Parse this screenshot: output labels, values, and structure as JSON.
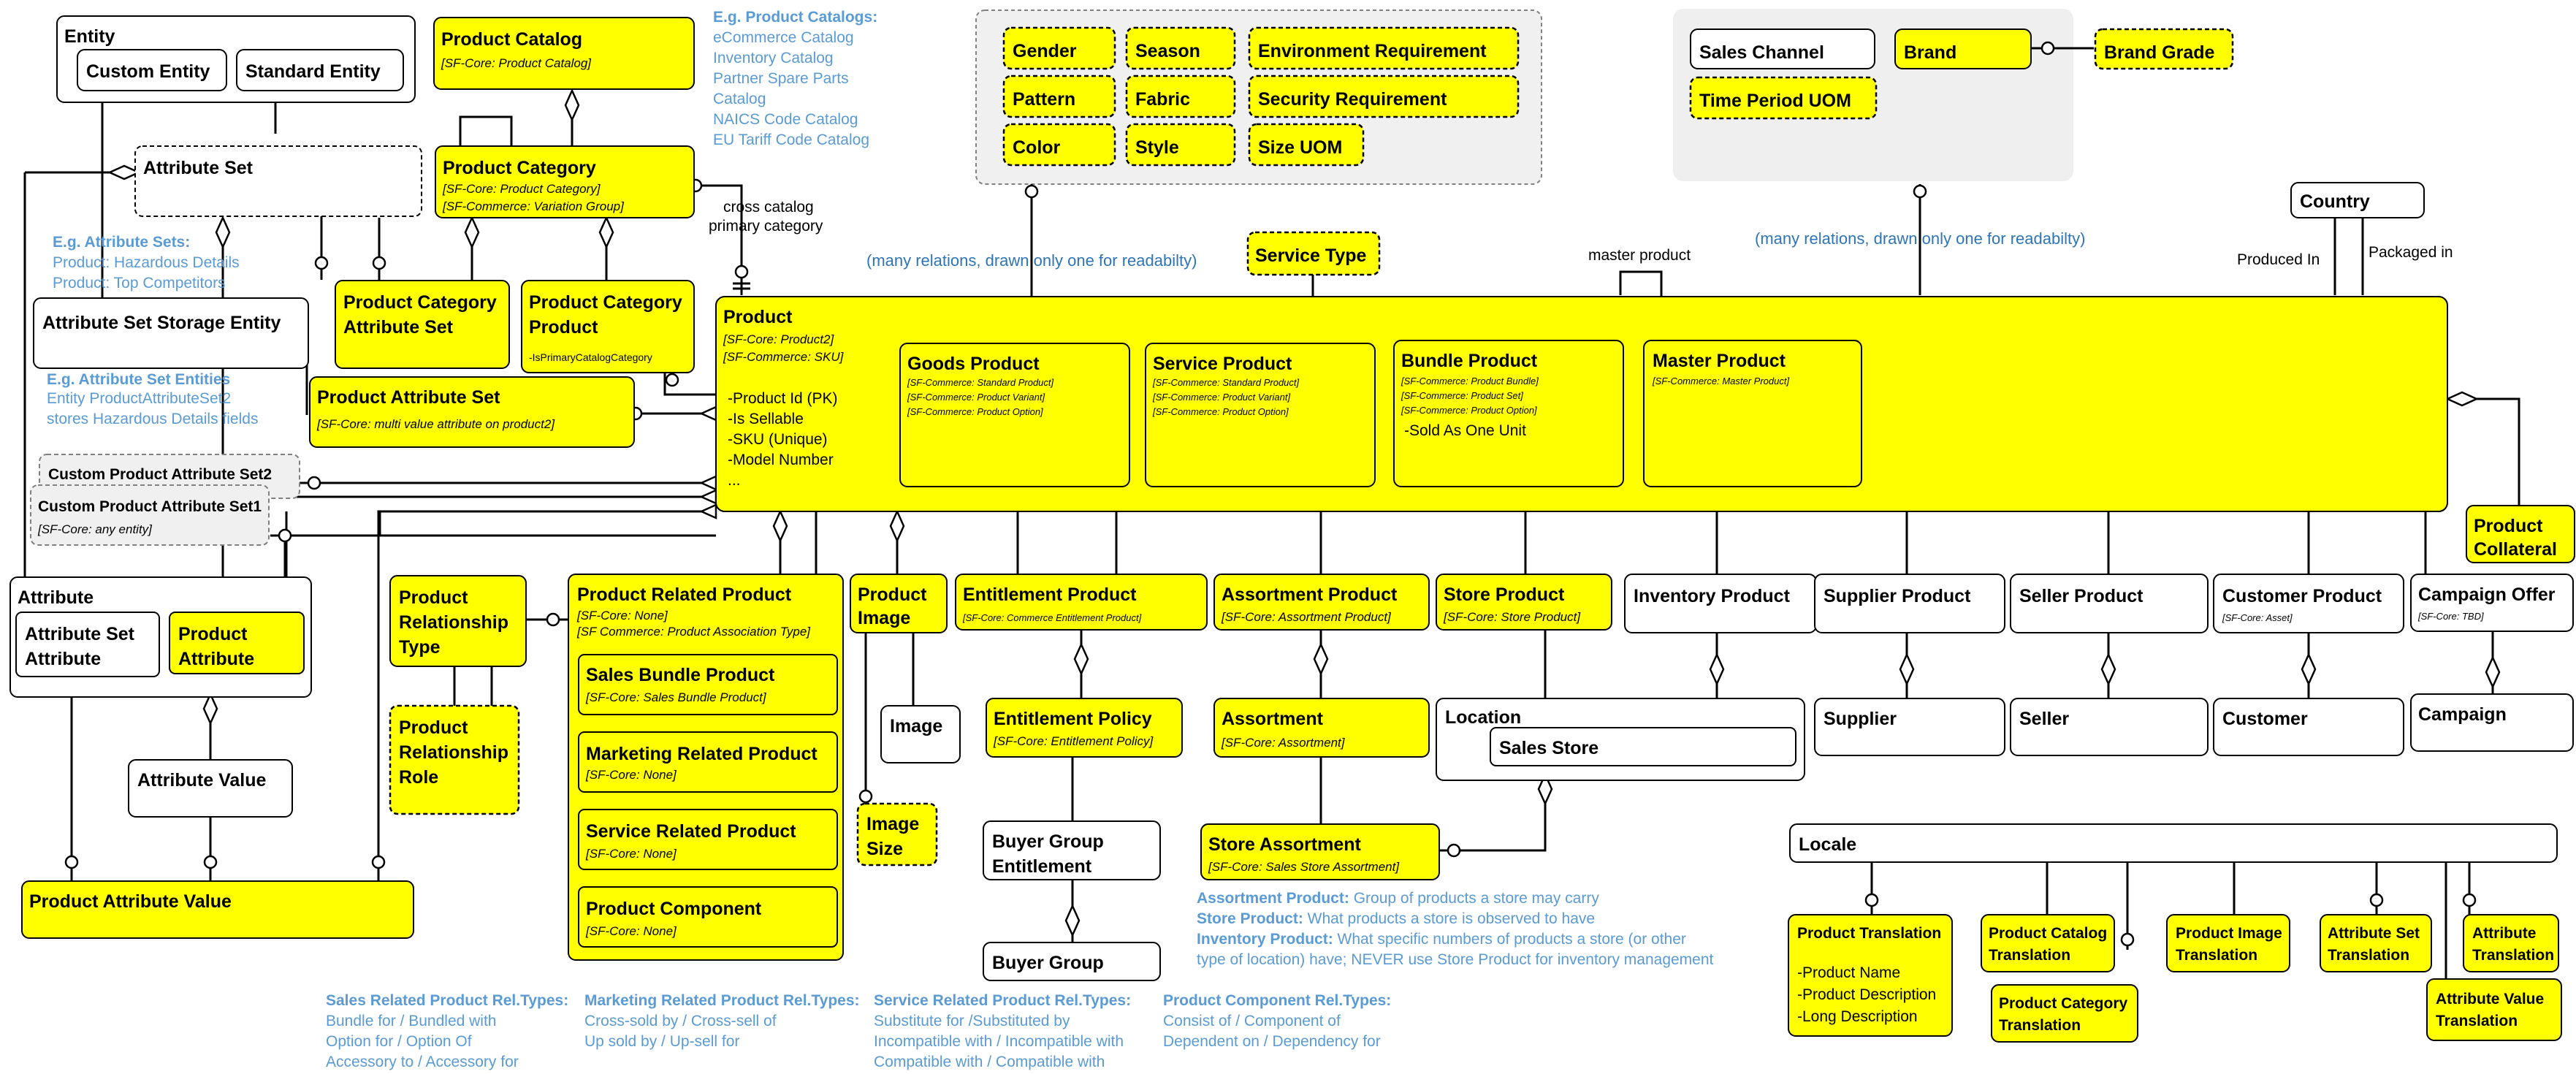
{
  "colors": {
    "entity_fill": "#ffff00",
    "plain_fill": "#ffffff",
    "gray_fill": "#f0f0f0",
    "note_blue": "#5b9bd5",
    "note_dark_blue": "#2e75b6",
    "line": "#000000"
  },
  "entities": {
    "entity": {
      "title": "Entity"
    },
    "custom_entity": {
      "title": "Custom Entity"
    },
    "standard_entity": {
      "title": "Standard Entity"
    },
    "attribute_set": {
      "title": "Attribute Set"
    },
    "attribute_set_storage_entity": {
      "title": "Attribute Set Storage Entity"
    },
    "product_catalog": {
      "title": "Product Catalog",
      "sub1": "[SF-Core: Product Catalog]"
    },
    "product_category": {
      "title": "Product Category",
      "sub1": "[SF-Core: Product Category]",
      "sub2": "[SF-Commerce: Variation Group]"
    },
    "product_category_attribute_set": {
      "title1": "Product Category",
      "title2": "Attribute Set"
    },
    "product_category_product": {
      "title1": "Product Category",
      "title2": "Product",
      "sub1": "-IsPrimaryCatalogCategory"
    },
    "product_attribute_set": {
      "title": "Product Attribute Set",
      "sub1": "[SF-Core: multi value attribute on product2]"
    },
    "custom_product_attribute_set2": {
      "title": "Custom Product Attribute Set2"
    },
    "custom_product_attribute_set1": {
      "title": "Custom Product Attribute Set1",
      "sub1": "[SF-Core: any entity]"
    },
    "product": {
      "title": "Product",
      "sub1": "[SF-Core: Product2]",
      "sub2": "[SF-Commerce: SKU]",
      "fields": [
        "-Product Id (PK)",
        "-Is Sellable",
        "-SKU (Unique)",
        "-Model Number",
        "..."
      ]
    },
    "goods_product": {
      "title": "Goods Product",
      "subs": [
        "[SF-Commerce: Standard Product]",
        "[SF-Commerce: Product Variant]",
        "[SF-Commerce: Product Option]"
      ]
    },
    "service_product": {
      "title": "Service Product",
      "subs": [
        "[SF-Commerce: Standard Product]",
        "[SF-Commerce: Product Variant]",
        "[SF-Commerce: Product Option]"
      ]
    },
    "bundle_product": {
      "title": "Bundle Product",
      "subs": [
        "[SF-Commerce: Product Bundle]",
        "[SF-Commerce: Product Set]",
        "[SF-Commerce: Product Option]"
      ],
      "field": "-Sold As One Unit"
    },
    "master_product": {
      "title": "Master Product",
      "sub1": "[SF-Commerce: Master Product]"
    },
    "gender": {
      "title": "Gender"
    },
    "season": {
      "title": "Season"
    },
    "environment_requirement": {
      "title": "Environment Requirement"
    },
    "pattern": {
      "title": "Pattern"
    },
    "fabric": {
      "title": "Fabric"
    },
    "security_requirement": {
      "title": "Security Requirement"
    },
    "color": {
      "title": "Color"
    },
    "style": {
      "title": "Style"
    },
    "size_uom": {
      "title": "Size UOM"
    },
    "sales_channel": {
      "title": "Sales Channel"
    },
    "brand": {
      "title": "Brand"
    },
    "brand_grade": {
      "title": "Brand Grade"
    },
    "time_period_uom": {
      "title": "Time Period UOM"
    },
    "service_type": {
      "title": "Service Type"
    },
    "country": {
      "title": "Country"
    },
    "product_collateral": {
      "title1": "Product",
      "title2": "Collateral"
    },
    "attribute": {
      "title": "Attribute"
    },
    "attribute_set_attribute": {
      "title1": "Attribute Set",
      "title2": "Attribute"
    },
    "product_attribute": {
      "title1": "Product",
      "title2": "Attribute"
    },
    "attribute_value": {
      "title": "Attribute Value"
    },
    "product_attribute_value": {
      "title": "Product Attribute Value"
    },
    "product_relationship_type": {
      "title1": "Product",
      "title2": "Relationship",
      "title3": "Type"
    },
    "product_relationship_role": {
      "title1": "Product",
      "title2": "Relationship",
      "title3": "Role"
    },
    "product_related_product": {
      "title": "Product Related Product",
      "sub1": "[SF-Core: None]",
      "sub2": "[SF Commerce: Product Association Type]"
    },
    "sales_bundle_product": {
      "title": "Sales Bundle Product",
      "sub1": "[SF-Core: Sales Bundle Product]"
    },
    "marketing_related_product": {
      "title": "Marketing Related Product",
      "sub1": "[SF-Core: None]"
    },
    "service_related_product": {
      "title": "Service Related Product",
      "sub1": "[SF-Core: None]"
    },
    "product_component": {
      "title": "Product Component",
      "sub1": "[SF-Core: None]"
    },
    "product_image": {
      "title1": "Product",
      "title2": "Image"
    },
    "image": {
      "title": "Image"
    },
    "image_size": {
      "title1": "Image",
      "title2": "Size"
    },
    "entitlement_product": {
      "title": "Entitlement Product",
      "sub1": "[SF-Core: Commerce Entitlement Product]"
    },
    "entitlement_policy": {
      "title": "Entitlement Policy",
      "sub1": "[SF-Core: Entitlement Policy]"
    },
    "buyer_group_entitlement": {
      "title1": "Buyer Group",
      "title2": "Entitlement"
    },
    "buyer_group": {
      "title": "Buyer Group"
    },
    "assortment_product": {
      "title": "Assortment Product",
      "sub1": "[SF-Core: Assortment Product]"
    },
    "assortment": {
      "title": "Assortment",
      "sub1": "[SF-Core: Assortment]"
    },
    "store_product": {
      "title": "Store Product",
      "sub1": "[SF-Core: Store Product]"
    },
    "location": {
      "title": "Location"
    },
    "sales_store": {
      "title": "Sales Store"
    },
    "store_assortment": {
      "title": "Store Assortment",
      "sub1": "[SF-Core: Sales Store Assortment]"
    },
    "inventory_product": {
      "title": "Inventory Product"
    },
    "supplier_product": {
      "title": "Supplier Product"
    },
    "supplier": {
      "title": "Supplier"
    },
    "seller_product": {
      "title": "Seller Product"
    },
    "seller": {
      "title": "Seller"
    },
    "customer_product": {
      "title": "Customer Product",
      "sub1": "[SF-Core: Asset]"
    },
    "customer": {
      "title": "Customer"
    },
    "campaign_offer": {
      "title": "Campaign Offer",
      "sub1": "[SF-Core: TBD]"
    },
    "campaign": {
      "title": "Campaign"
    },
    "locale": {
      "title": "Locale"
    },
    "product_translation": {
      "title": "Product Translation",
      "fields": [
        "-Product Name",
        "-Product Description",
        "-Long Description"
      ]
    },
    "product_catalog_translation": {
      "title1": "Product Catalog",
      "title2": "Translation"
    },
    "product_category_translation": {
      "title1": "Product Category",
      "title2": "Translation"
    },
    "product_image_translation": {
      "title1": "Product Image",
      "title2": "Translation"
    },
    "attribute_set_translation": {
      "title1": "Attribute Set",
      "title2": "Translation"
    },
    "attribute_translation": {
      "title1": "Attribute",
      "title2": "Translation"
    },
    "attribute_value_translation": {
      "title1": "Attribute Value",
      "title2": "Translation"
    }
  },
  "labels": {
    "cross_catalog1": "cross catalog",
    "cross_catalog2": "primary category",
    "many_relations_left": "(many relations, drawn only one for readabilty)",
    "many_relations_right": "(many relations, drawn only one for readabilty)",
    "master_product": "master product",
    "produced_in": "Produced In",
    "packaged_in": "Packaged in"
  },
  "notes": {
    "catalogs": {
      "heading": "E.g. Product Catalogs:",
      "lines": [
        "eCommerce Catalog",
        "Inventory Catalog",
        "Partner Spare Parts",
        "Catalog",
        "NAICS Code Catalog",
        "EU Tariff Code Catalog"
      ]
    },
    "attribute_sets": {
      "heading": "E.g. Attribute Sets:",
      "lines": [
        "Product: Hazardous Details",
        "Product: Top Competitors"
      ]
    },
    "attribute_set_entities": {
      "heading": "E.g. Attribute Set Entities",
      "lines": [
        "Entity ProductAttributeSet2",
        "stores Hazardous Details fields"
      ]
    },
    "assortment_defs": [
      {
        "term": "Assortment Product:",
        "text": " Group of products a store may carry"
      },
      {
        "term": "Store Product:",
        "text": " What products a store is observed to have"
      },
      {
        "term": "Inventory Product:",
        "text": " What specific numbers of products a store (or other"
      },
      {
        "term": "",
        "text": "type of location) have; NEVER use Store Product for inventory management"
      }
    ],
    "sales_rel": {
      "heading": "Sales Related Product Rel.Types:",
      "lines": [
        "Bundle for / Bundled with",
        "Option for / Option Of",
        "Accessory to / Accessory for"
      ]
    },
    "marketing_rel": {
      "heading": "Marketing Related Product Rel.Types:",
      "lines": [
        "Cross-sold by / Cross-sell of",
        "Up sold by / Up-sell for"
      ]
    },
    "service_rel": {
      "heading": "Service Related Product Rel.Types:",
      "lines": [
        "Substitute for /Substituted by",
        "Incompatible with / Incompatible with",
        "Compatible with / Compatible with"
      ]
    },
    "component_rel": {
      "heading": "Product Component Rel.Types:",
      "lines": [
        "Consist of / Component of",
        "Dependent on / Dependency for"
      ]
    }
  }
}
